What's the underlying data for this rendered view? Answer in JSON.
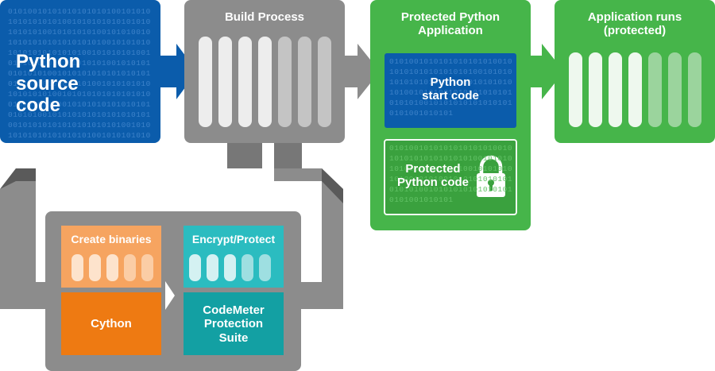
{
  "source": {
    "title_line1": "Python",
    "title_line2": "source code",
    "binary": "0101001010101010101010010101010101010101001010101010101010101010100101010101001010100101010101010101010101001010101010101010101010100101010101001010101010101010101010010101010101010100101010101010101010101010010101010101001010101010101010101001010101010101010100101010101001010101010101010101010100101010101010101010101001010101010101010101010010101010101010101010100101010101010101010100101010101010"
  },
  "build": {
    "title": "Build Process"
  },
  "protected_app": {
    "title_line1": "Protected Python",
    "title_line2": "Application",
    "start_code_line1": "Python",
    "start_code_line2": "start code",
    "protected_code_line1": "Protected",
    "protected_code_line2": "Python code",
    "binary": "010100101010101010101001010101010101010101001010101010101010101010010101010101001010100101010101010101010100101010101010101010101001010101"
  },
  "runs": {
    "title_line1": "Application runs",
    "title_line2": "(protected)"
  },
  "create": {
    "title": "Create binaries",
    "tool": "Cython"
  },
  "encrypt": {
    "title": "Encrypt/Protect",
    "tool_line1": "CodeMeter",
    "tool_line2": "Protection",
    "tool_line3": "Suite"
  },
  "colors": {
    "blue": "#0b5cab",
    "blue_dark": "#0a4f94",
    "gray": "#8c8c8c",
    "gray_dark": "#5a5a5a",
    "green": "#46b54a",
    "orange": "#f28c1f",
    "orange_light": "#f6a460",
    "teal": "#13a6a8",
    "teal_light": "#2bbcc0"
  }
}
